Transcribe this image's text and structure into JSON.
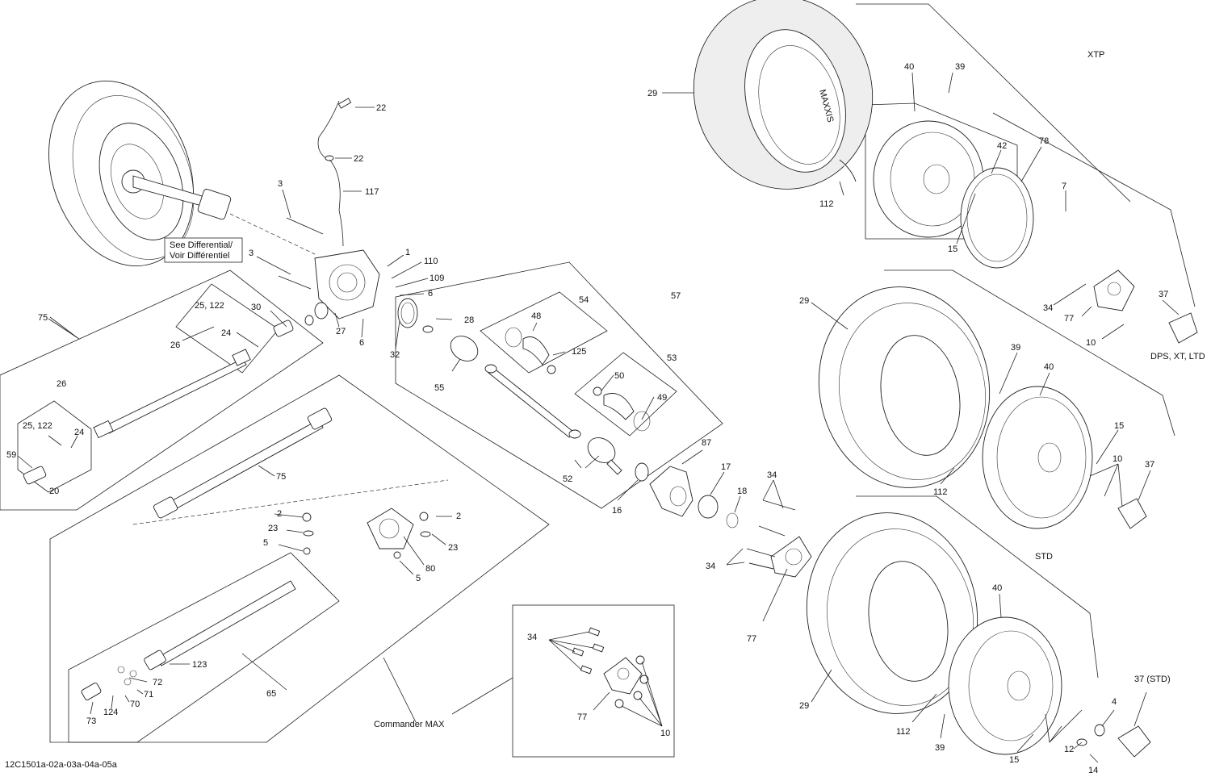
{
  "diagram": {
    "drawing_code": "12C1501a-02a-03a-04a-05a",
    "notes": {
      "see_differential_line1": "See Differential/",
      "see_differential_line2": "Voir Différentiel"
    },
    "variants": {
      "xtp": "XTP",
      "dps_xt_ltd": "DPS, XT, LTD",
      "std": "STD",
      "commander_max": "Commander MAX"
    },
    "tire_brand": "MAXXIS",
    "callouts": {
      "c22a": "22",
      "c22b": "22",
      "c117": "117",
      "c3a": "3",
      "c3b": "3",
      "c1": "1",
      "c110": "110",
      "c109": "109",
      "c6a": "6",
      "c6b": "6",
      "c27": "27",
      "c32": "32",
      "c28": "28",
      "c75a": "75",
      "c75b": "75",
      "c25_122a": "25, 122",
      "c25_122b": "25, 122",
      "c30": "30",
      "c24a": "24",
      "c24b": "24",
      "c26a": "26",
      "c26b": "26",
      "c59": "59",
      "c20": "20",
      "c57": "57",
      "c54": "54",
      "c48": "48",
      "c125": "125",
      "c55": "55",
      "c53": "53",
      "c50": "50",
      "c49": "49",
      "c52": "52",
      "c87": "87",
      "c17": "17",
      "c18": "18",
      "c16": "16",
      "c34a": "34",
      "c34b": "34",
      "c34c": "34",
      "c34d": "34",
      "c77a": "77",
      "c77b": "77",
      "c77c": "77",
      "c2a": "2",
      "c2b": "2",
      "c23a": "23",
      "c23b": "23",
      "c5a": "5",
      "c5b": "5",
      "c80": "80",
      "c65": "65",
      "c123": "123",
      "c72": "72",
      "c71": "71",
      "c70": "70",
      "c124": "124",
      "c73": "73",
      "c10a": "10",
      "c10b": "10",
      "c10c": "10",
      "c29a": "29",
      "c29b": "29",
      "c29c": "29",
      "c40a": "40",
      "c40b": "40",
      "c40c": "40",
      "c39a": "39",
      "c39b": "39",
      "c39c": "39",
      "c42": "42",
      "c78": "78",
      "c7": "7",
      "c15a": "15",
      "c15b": "15",
      "c15c": "15",
      "c112a": "112",
      "c112b": "112",
      "c112c": "112",
      "c37a": "37",
      "c37b": "37",
      "c37std": "37 (STD)",
      "c4": "4",
      "c12": "12",
      "c14": "14"
    }
  }
}
